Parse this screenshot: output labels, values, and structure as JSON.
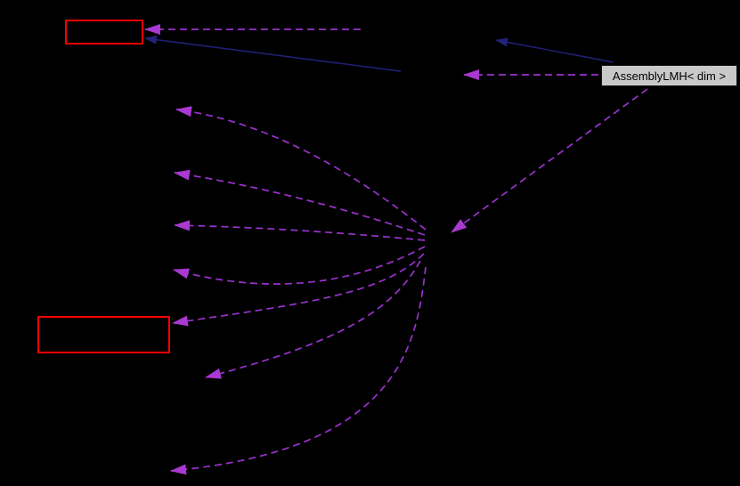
{
  "diagram": {
    "type": "collaboration-graph",
    "background": "#000000",
    "nodes": {
      "assembly": {
        "label": "AssemblyLMH< dim >",
        "fill": "#c9c9c9",
        "text_color": "#000000"
      },
      "highlighted_top_left": {
        "label": "",
        "border": "#ff0000"
      },
      "highlighted_middle_left": {
        "label": "",
        "border": "#ff0000"
      }
    },
    "colors": {
      "background": "#000000",
      "inheritance_edge": "#22217b",
      "inheritance_arrowhead": "#22217b",
      "usage_edge": "#9a32cd",
      "usage_arrowhead": "#a939d1",
      "highlight_border": "#ff0000",
      "node_fill": "#c9c9c9",
      "node_text": "#000000"
    },
    "edges": [
      {
        "name": "inheritance-to-top-left-node",
        "type": "solid-inheritance"
      },
      {
        "name": "inheritance-to-hidden-top-node",
        "type": "solid-inheritance"
      },
      {
        "name": "usage-to-top-left-node",
        "type": "dashed-usage"
      },
      {
        "name": "usage-to-hidden-upper-node",
        "type": "dashed-usage"
      },
      {
        "name": "usage-from-assembly-to-hub",
        "type": "dashed-usage"
      },
      {
        "name": "usage-fan-1",
        "type": "dashed-usage"
      },
      {
        "name": "usage-fan-2",
        "type": "dashed-usage"
      },
      {
        "name": "usage-fan-3",
        "type": "dashed-usage"
      },
      {
        "name": "usage-fan-4",
        "type": "dashed-usage"
      },
      {
        "name": "usage-to-middle-left-node",
        "type": "dashed-usage"
      },
      {
        "name": "usage-fan-6",
        "type": "dashed-usage"
      },
      {
        "name": "usage-fan-7",
        "type": "dashed-usage"
      }
    ]
  }
}
